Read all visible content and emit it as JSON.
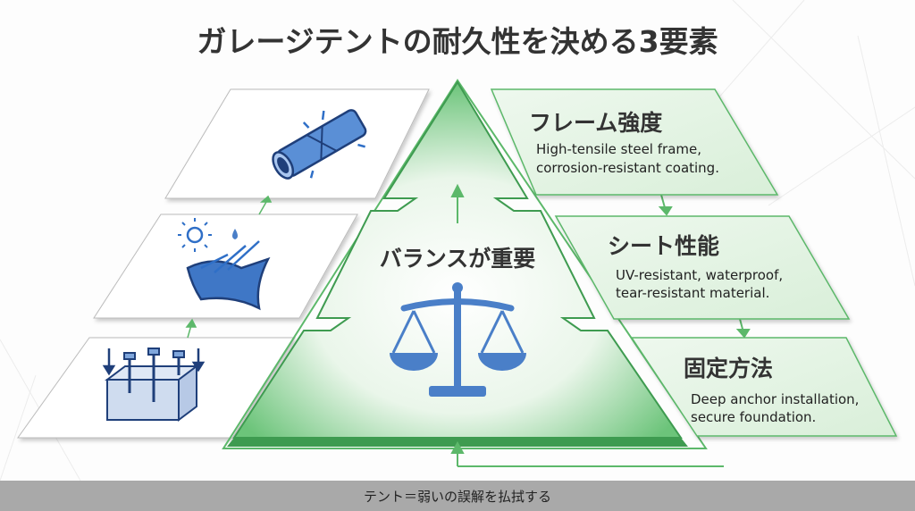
{
  "title": "ガレージテントの耐久性を決める3要素",
  "center": {
    "label": "バランスが重要",
    "icon": "balance-scale-icon"
  },
  "factors": [
    {
      "title": "フレーム強度",
      "line1": "High-tensile steel frame,",
      "line2": "corrosion-resistant coating.",
      "icon": "steel-pipe-icon"
    },
    {
      "title": "シート性能",
      "line1": "UV-resistant, waterproof,",
      "line2": "tear-resistant material.",
      "icon": "weatherproof-sheet-icon"
    },
    {
      "title": "固定方法",
      "line1": "Deep anchor installation,",
      "line2": "secure foundation.",
      "icon": "anchor-bolts-icon"
    }
  ],
  "caption": "テント＝弱いの誤解を払拭する",
  "colors": {
    "green": "#5cb86a",
    "green_light": "#e6f4e6",
    "blue": "#4a7fc8",
    "caption_bg": "#a9a9a9"
  }
}
